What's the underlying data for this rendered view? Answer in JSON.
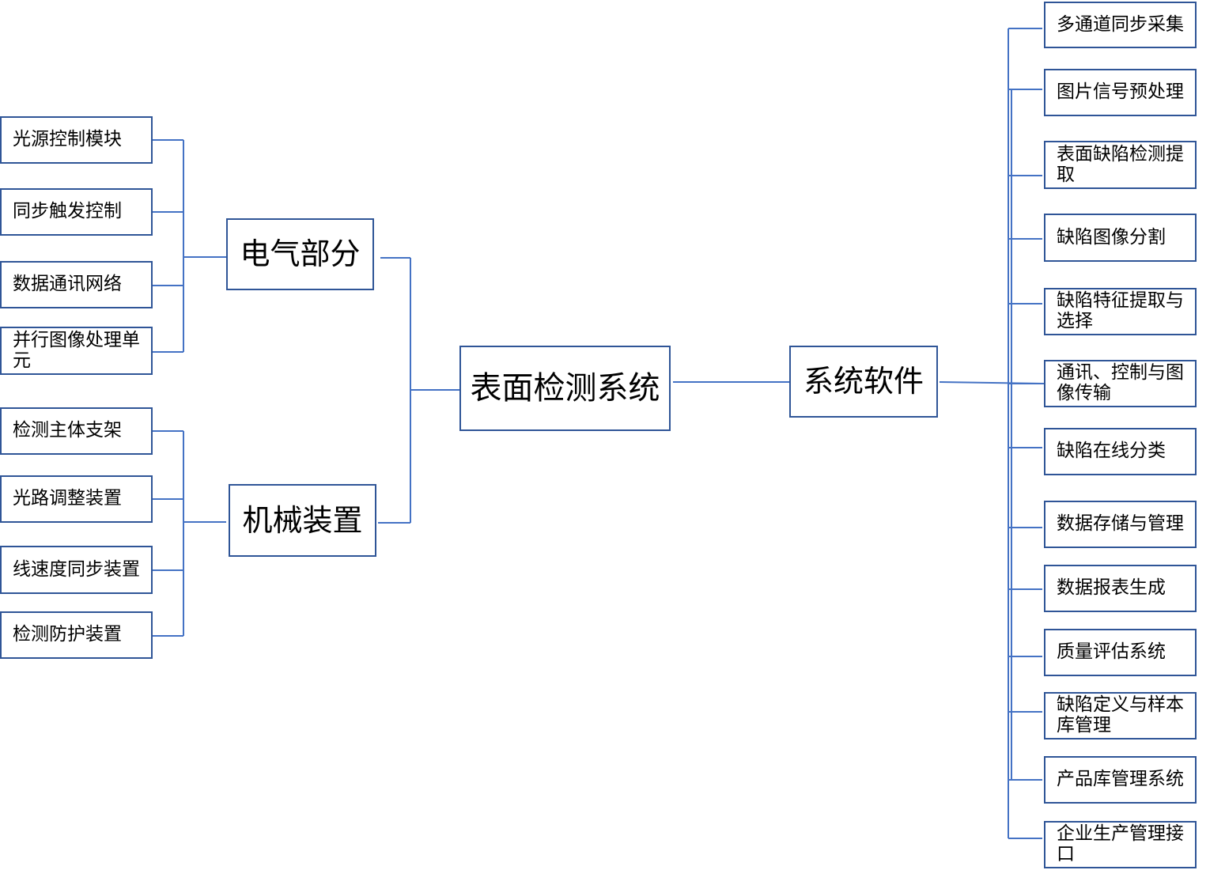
{
  "colors": {
    "line": "#4472c4",
    "border": "#2f5597"
  },
  "diagram": {
    "root": "表面检测系统",
    "electrical": {
      "label": "电气部分",
      "items": [
        "光源控制模块",
        "同步触发控制",
        "数据通讯网络",
        "并行图像处理单元"
      ]
    },
    "mechanical": {
      "label": "机械装置",
      "items": [
        "检测主体支架",
        "光路调整装置",
        "线速度同步装置",
        "检测防护装置"
      ]
    },
    "software": {
      "label": "系统软件",
      "items": [
        "多通道同步采集",
        "图片信号预处理",
        "表面缺陷检测提取",
        "缺陷图像分割",
        "缺陷特征提取与选择",
        "通讯、控制与图像传输",
        "缺陷在线分类",
        "数据存储与管理",
        "数据报表生成",
        "质量评估系统",
        "缺陷定义与样本库管理",
        "产品库管理系统",
        "企业生产管理接口"
      ]
    }
  }
}
